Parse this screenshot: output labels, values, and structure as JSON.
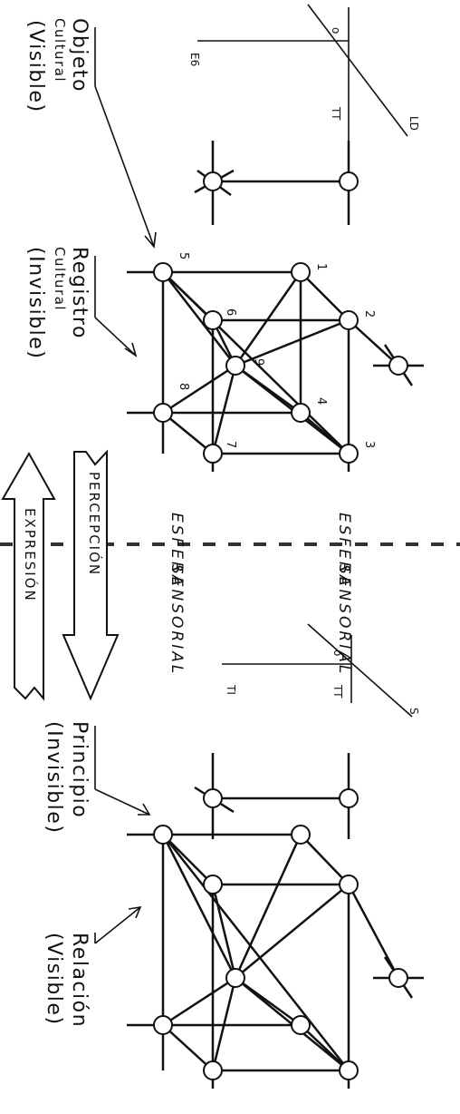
{
  "labels": {
    "objeto": [
      "Objeto",
      "Cultural",
      "(Visible)"
    ],
    "registro": [
      "Registro",
      "Cultural",
      "(Invisible)"
    ],
    "principio": [
      "Principio",
      "(Invisible)"
    ],
    "relacion": [
      "Relación",
      "(Visible)"
    ],
    "esfera_1": "ESFERA",
    "esfera_2": "ESFERA",
    "sensorial_1": "SENSORIAL",
    "sensorial_2": "SENSORIAL",
    "percepcion": "PERCEPCIÓN",
    "expresion": "EXPRESIÓN"
  },
  "axes_top": {
    "origin": "o",
    "axis_1": "E6",
    "axis_2": "TT",
    "axis_3": "LD"
  },
  "axes_bottom": {
    "origin": "o",
    "axis_1": "TI",
    "axis_2": "TT",
    "axis_3": "S"
  },
  "node_numbers": [
    "1",
    "2",
    "3",
    "4",
    "5",
    "6",
    "7",
    "8",
    "9"
  ]
}
